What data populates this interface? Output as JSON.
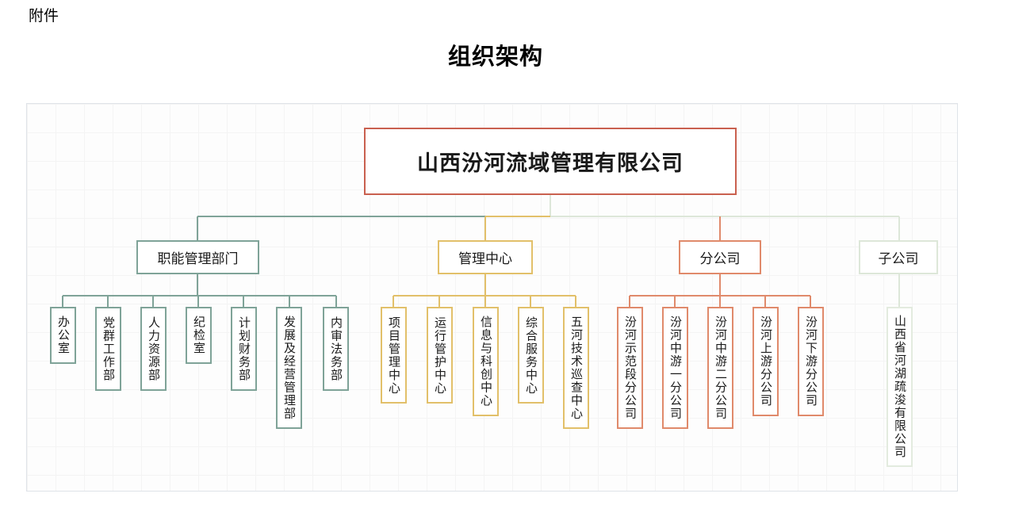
{
  "header": {
    "attachment_label": "附件",
    "title": "组织架构"
  },
  "colors": {
    "root_border": "#c9604f",
    "functional_border": "#7fa398",
    "center_border": "#e2c06a",
    "branch_border": "#e08a6b",
    "subsidiary_border": "#dde7d9",
    "canvas_border": "#dfe3e8",
    "grid_line": "#f4f4f4"
  },
  "chart_data": {
    "type": "diagram",
    "title": "组织架构",
    "root": {
      "label": "山西汾河流域管理有限公司",
      "color": "#c9604f"
    },
    "groups": [
      {
        "label": "职能管理部门",
        "color": "#7fa398",
        "children": [
          "办公室",
          "党群工作部",
          "人力资源部",
          "纪检室",
          "计划财务部",
          "发展及经营管理部",
          "内审法务部"
        ]
      },
      {
        "label": "管理中心",
        "color": "#e2c06a",
        "children": [
          "项目管理中心",
          "运行管护中心",
          "信息与科创中心",
          "综合服务中心",
          "五河技术巡查中心"
        ]
      },
      {
        "label": "分公司",
        "color": "#e08a6b",
        "children": [
          "汾河示范段分公司",
          "汾河中游一分公司",
          "汾河中游二分公司",
          "汾河上游分公司",
          "汾河下游分公司"
        ]
      },
      {
        "label": "子公司",
        "color": "#dde7d9",
        "children": [
          "山西省河湖疏浚有限公司"
        ]
      }
    ]
  }
}
